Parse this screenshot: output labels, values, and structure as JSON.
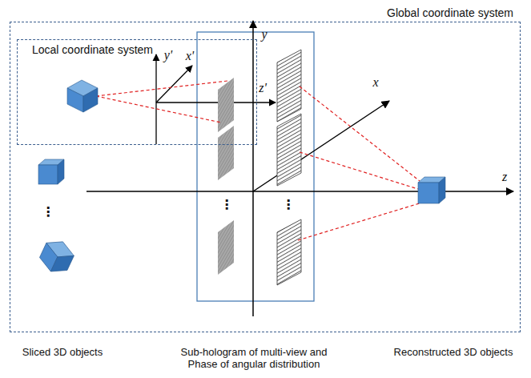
{
  "diagram": {
    "nodes": [
      {
        "text": [
          "Global coordinate system"
        ]
      },
      {
        "text": [
          "Local coordinate system"
        ],
        "in": 0
      }
    ],
    "labels": [
      "y",
      "x",
      "z",
      "y'",
      "x'",
      "z'",
      "⋮",
      "⋮",
      "⋮",
      "Sliced 3D objects",
      "Sub-hologram of multi-view and Phase of angular distribution",
      "Reconstructed 3D objects"
    ]
  }
}
